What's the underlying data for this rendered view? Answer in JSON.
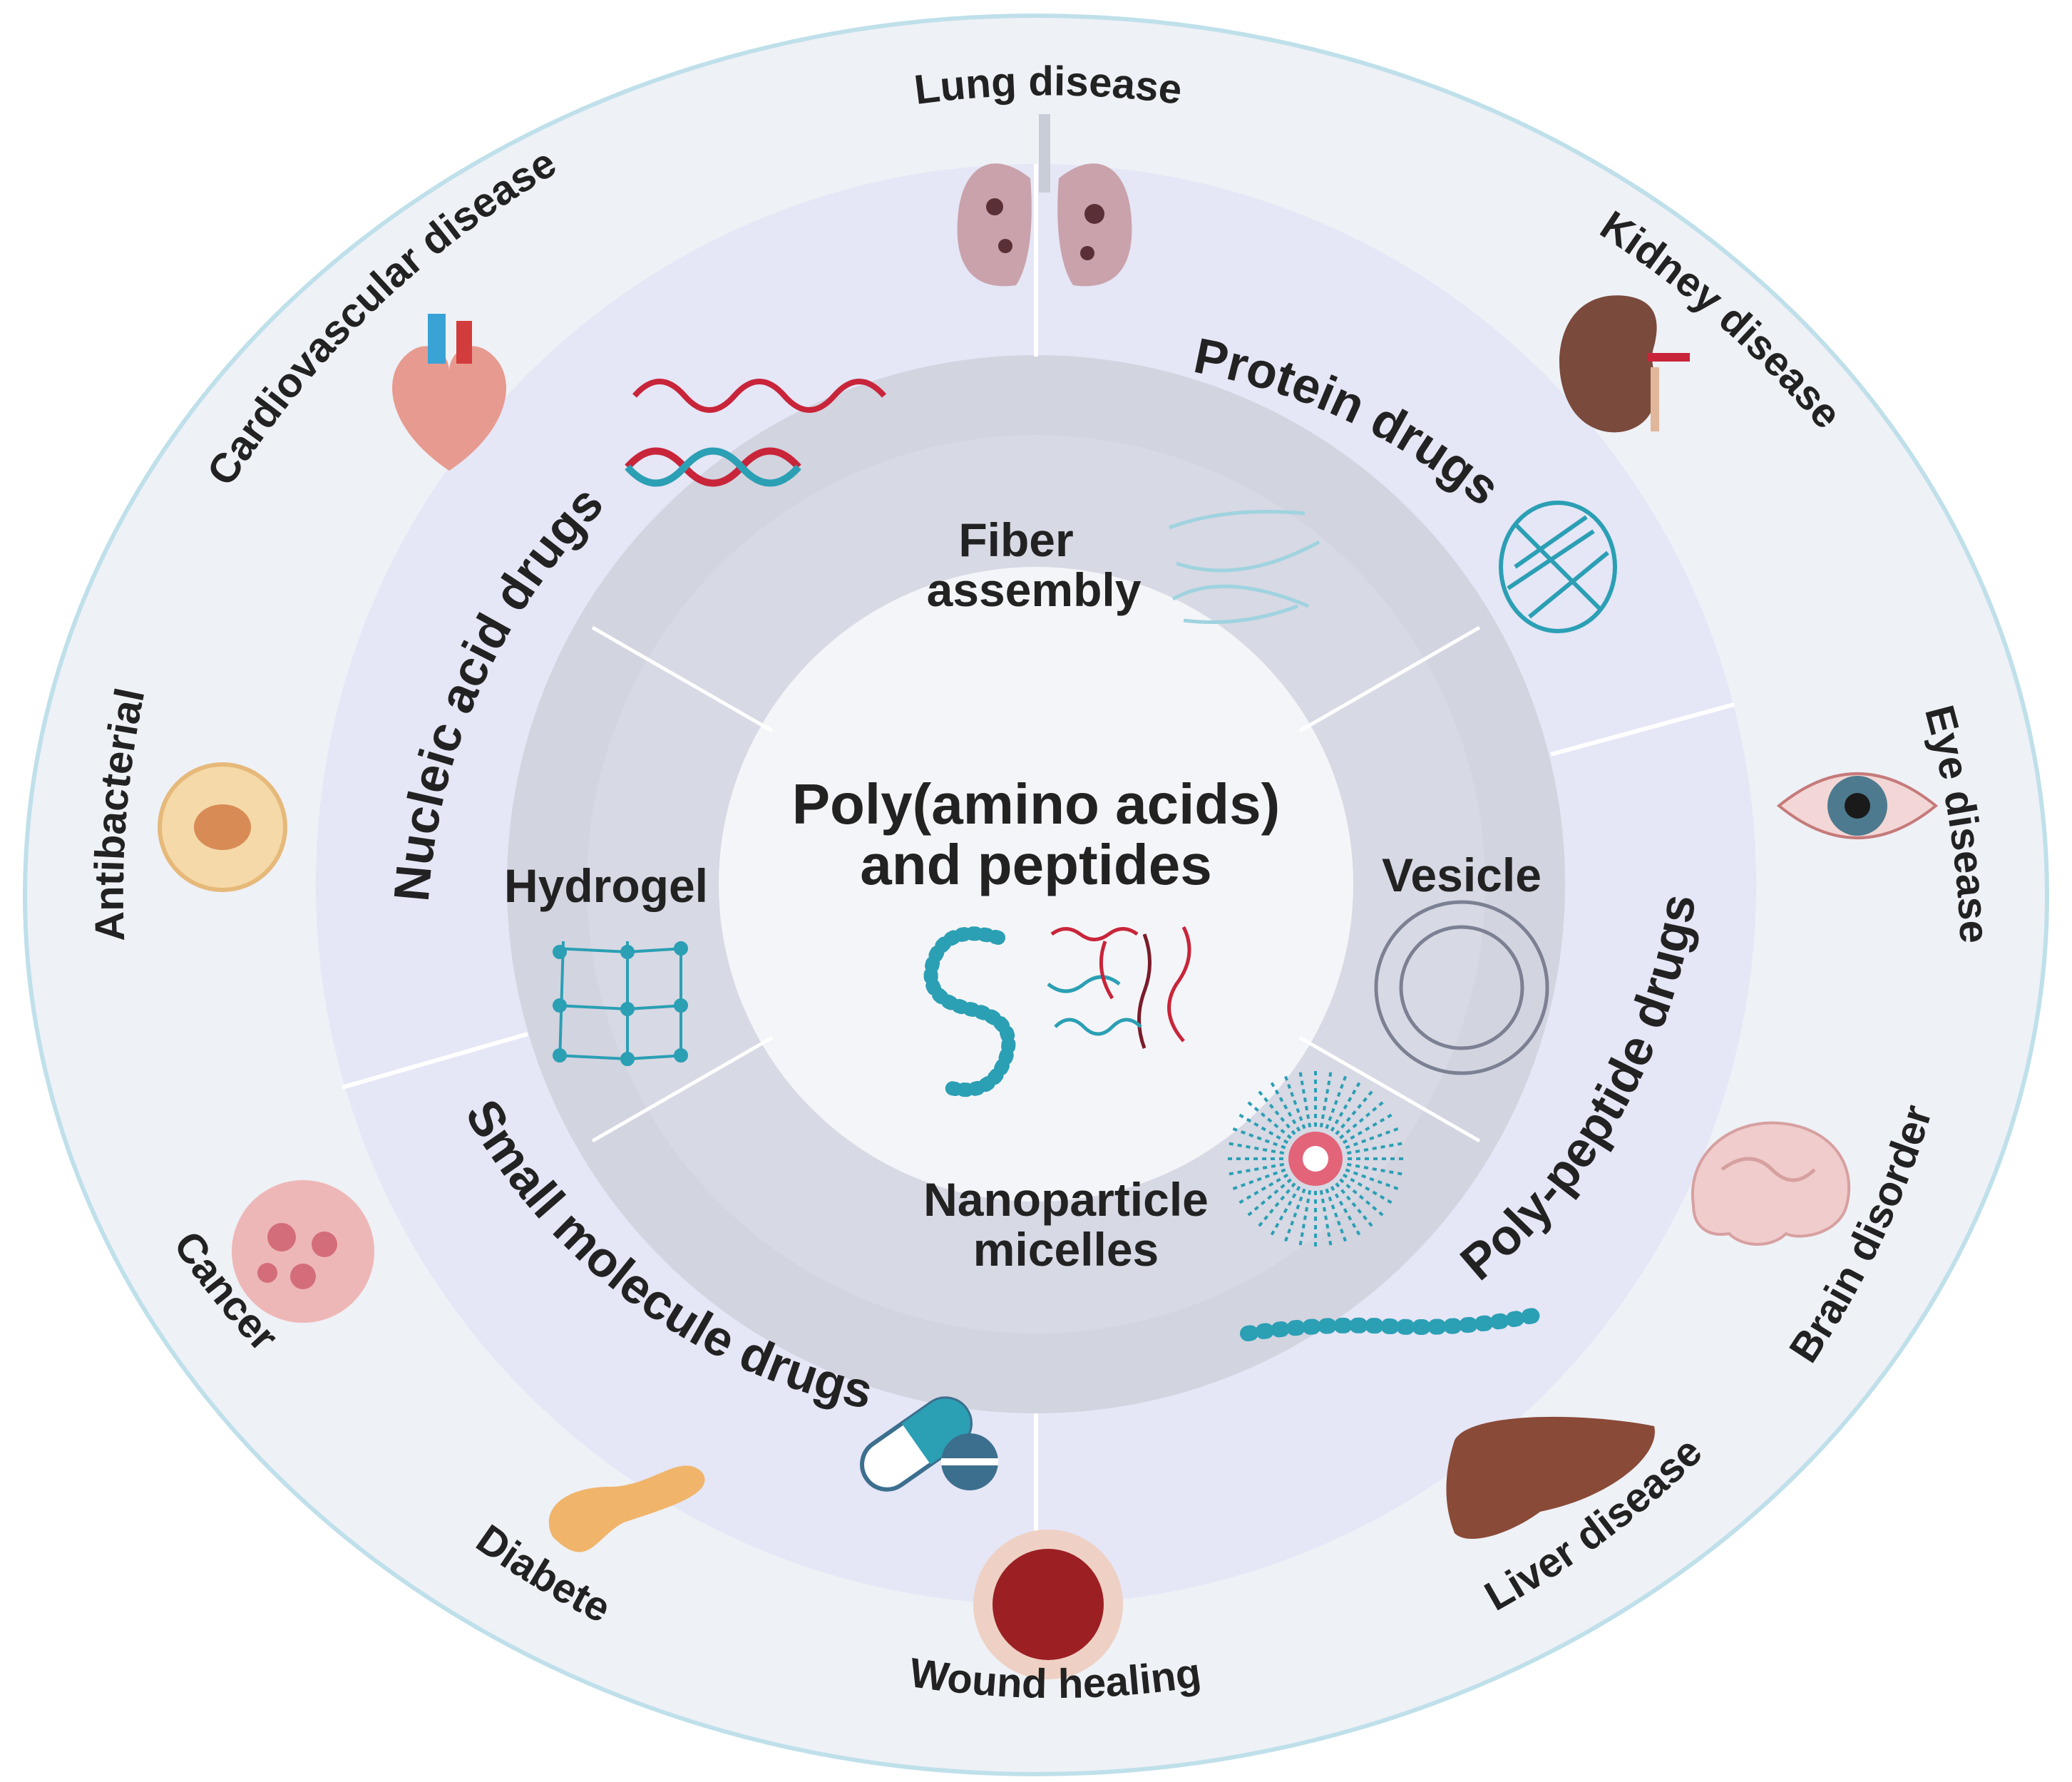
{
  "center": {
    "line1": "Poly(amino acids)",
    "line2": "and peptides"
  },
  "assemblies": {
    "fiber_1": "Fiber",
    "fiber_2": "assembly",
    "hydrogel": "Hydrogel",
    "vesicle": "Vesicle",
    "nano_1": "Nanoparticle",
    "nano_2": "micelles"
  },
  "drugs": {
    "nucleic": "Nucleic acid drugs",
    "protein": "Protein drugs",
    "polypeptide": "Poly-peptide drugs",
    "small_molecule": "Small molecule drugs"
  },
  "diseases": {
    "lung": "Lung disease",
    "kidney": "Kidney disease",
    "eye": "Eye disease",
    "brain": "Brain disorder",
    "liver": "Liver disease",
    "wound": "Wound healing",
    "diabete": "Diabete",
    "cancer": "Cancer",
    "antibacterial": "Antibacterial",
    "cardio": "Cardiovascular disease"
  },
  "colors": {
    "outer_ring": "#eef1f6",
    "drug_ring": "#e5e6f6",
    "form_ring": "#d2d4e0",
    "center": "#f4f5f8",
    "rim": "#bfe0ea",
    "teal": "#2b9fb4",
    "red": "#c8253a"
  }
}
